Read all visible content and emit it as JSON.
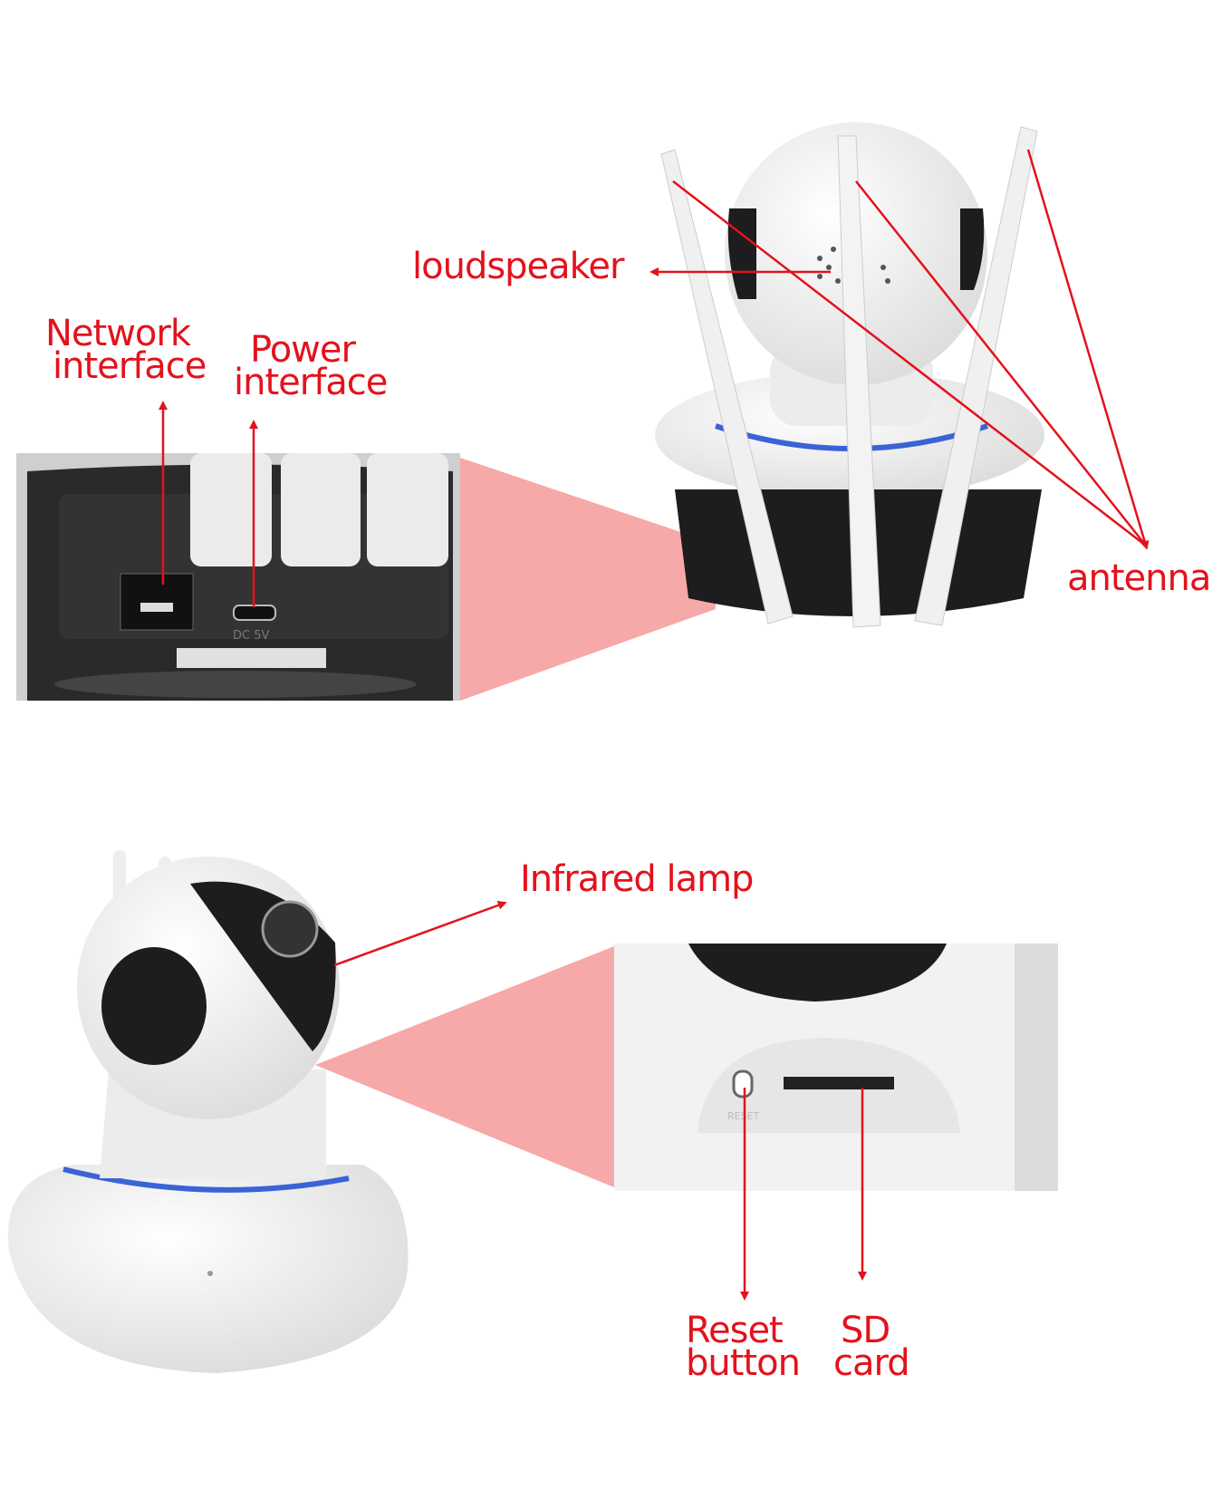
{
  "labels": {
    "loudspeaker": "loudspeaker",
    "network_line1": "Network",
    "network_line2": "interface",
    "power_line1": "Power",
    "power_line2": "interface",
    "antenna": "antenna",
    "infrared_lamp": "Infrared lamp",
    "reset_line1": "Reset",
    "reset_line2": "button",
    "sd_line1": "SD",
    "sd_line2": "card"
  },
  "port_markings": {
    "power_port": "DC 5V",
    "reset_port": "RESET"
  },
  "colors": {
    "annotation_red": "#e3121c",
    "highlight_pink": "#f7a8a8",
    "camera_white": "#f4f4f4",
    "camera_black": "#1d1d1f",
    "accent_blue": "#3b63d6"
  }
}
